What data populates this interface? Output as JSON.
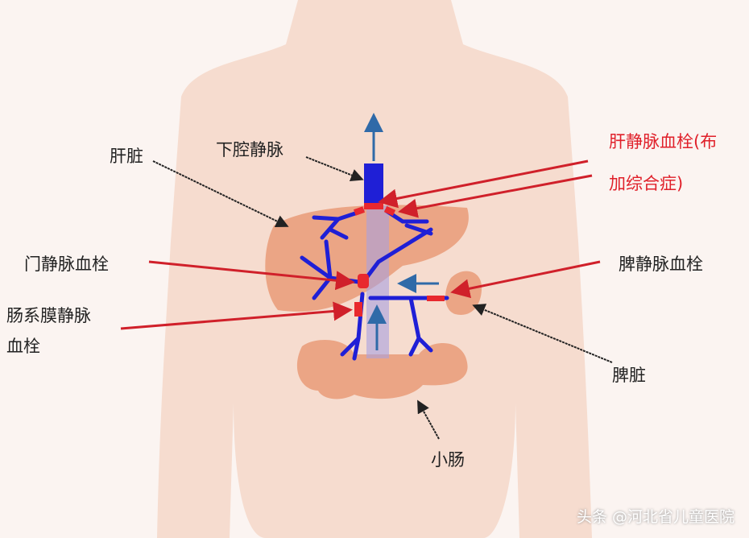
{
  "labels": {
    "liver": "肝脏",
    "ivc": "下腔静脉",
    "hepatic_vein_thrombus_1": "肝静脉血栓(布",
    "hepatic_vein_thrombus_2": "加综合症)",
    "portal_vein_thrombus": "门静脉血栓",
    "splenic_vein_thrombus": "脾静脉血栓",
    "mesenteric_vein_thrombus_1": "肠系膜静脉",
    "mesenteric_vein_thrombus_2": "血栓",
    "spleen": "脾脏",
    "small_intestine": "小肠"
  },
  "watermark": "头条 @河北省儿童医院",
  "colors": {
    "body": "#f6dccf",
    "organ": "#eba585",
    "vein": "#1f1fd6",
    "thrombus": "#e8282e",
    "pointer_red": "#d0202a",
    "flow_arrow": "#2f6aa8"
  }
}
